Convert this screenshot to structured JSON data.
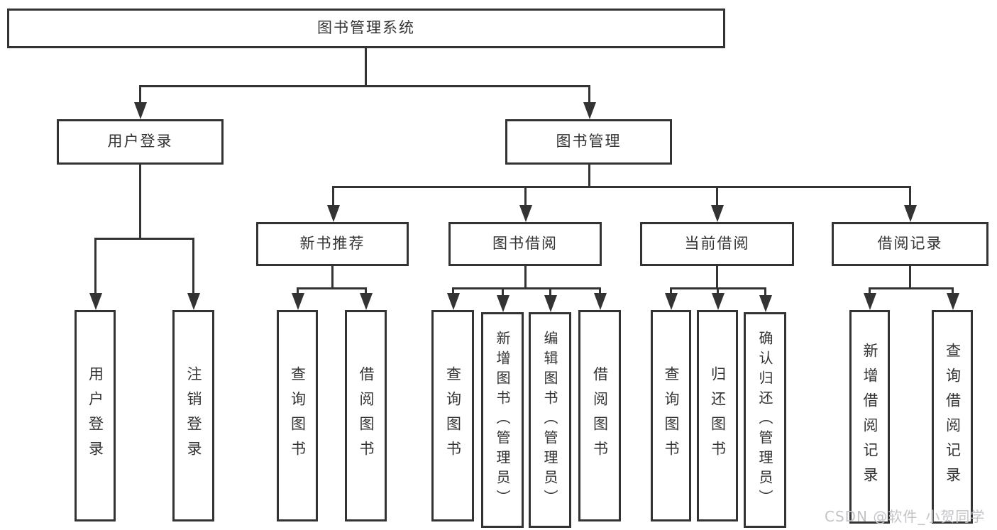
{
  "tree": {
    "label": "图书管理系统",
    "children": [
      {
        "label": "用户登录",
        "children": [
          {
            "label": "用户登录"
          },
          {
            "label": "注销登录"
          }
        ]
      },
      {
        "label": "图书管理",
        "children": [
          {
            "label": "新书推荐",
            "children": [
              {
                "label": "查询图书"
              },
              {
                "label": "借阅图书"
              }
            ]
          },
          {
            "label": "图书借阅",
            "children": [
              {
                "label": "查询图书"
              },
              {
                "label": "新增图书（管理员）"
              },
              {
                "label": "编辑图书（管理员）"
              },
              {
                "label": "借阅图书"
              }
            ]
          },
          {
            "label": "当前借阅",
            "children": [
              {
                "label": "查询图书"
              },
              {
                "label": "归还图书"
              },
              {
                "label": "确认归还（管理员）"
              }
            ]
          },
          {
            "label": "借阅记录",
            "children": [
              {
                "label": "新增借阅记录"
              },
              {
                "label": "查询借阅记录"
              }
            ]
          }
        ]
      }
    ]
  },
  "watermark": {
    "text": "CSDN @软件_小贺同学"
  },
  "colors": {
    "line": "#333333",
    "box_border": "#333333",
    "box_background": "#ffffff",
    "watermark": "#c4c4c8"
  }
}
